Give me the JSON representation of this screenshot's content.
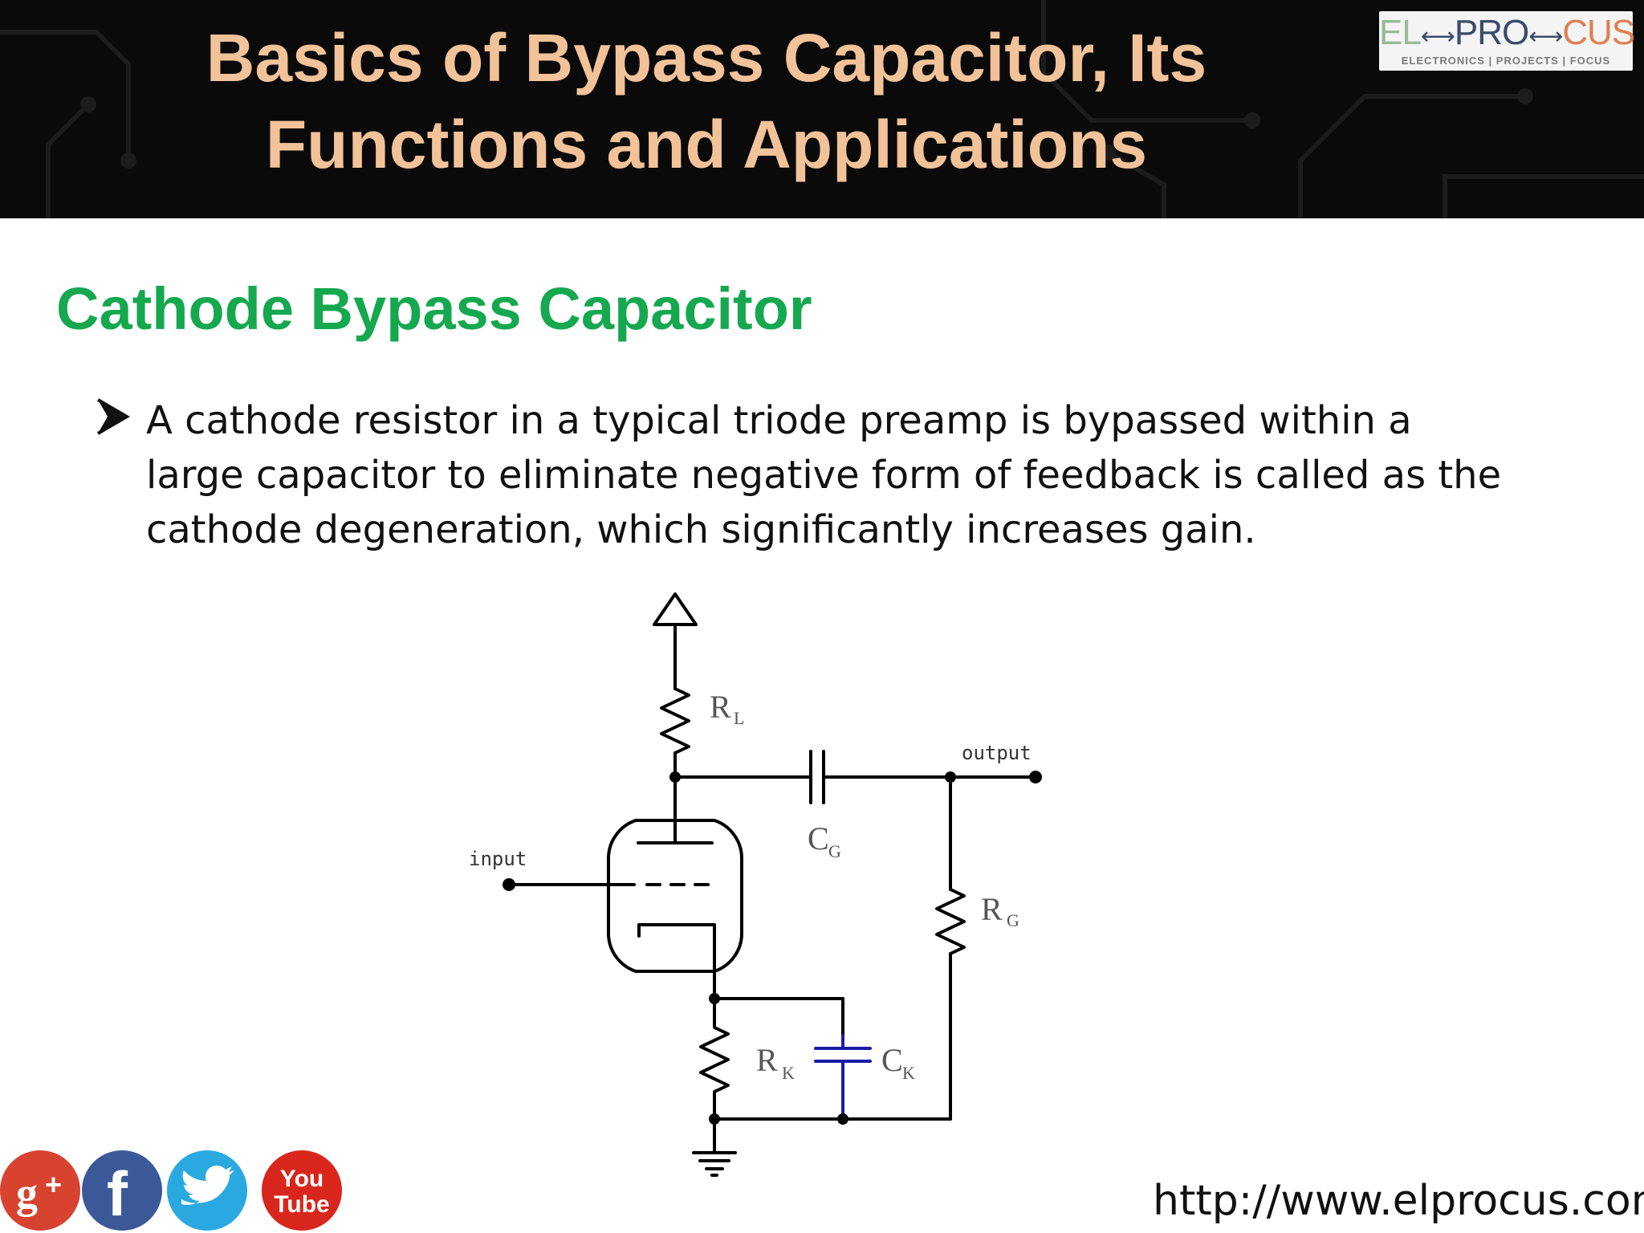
{
  "header": {
    "title_line1": "Basics of Bypass Capacitor, Its",
    "title_line2": "Functions and Applications",
    "logo": {
      "left": "EL",
      "middle": "PRO",
      "right": "CUS",
      "tagline": "ELECTRONICS | PROJECTS | FOCUS"
    }
  },
  "section": {
    "title": "Cathode Bypass Capacitor",
    "bullet": "A cathode resistor in a typical triode preamp is bypassed within a large capacitor to eliminate negative form of feedback is called as the cathode degeneration, which significantly increases gain."
  },
  "diagram": {
    "labels": {
      "rl": "R",
      "rl_sub": "L",
      "cg": "C",
      "cg_sub": "G",
      "rg": "R",
      "rg_sub": "G",
      "rk": "R",
      "rk_sub": "K",
      "ck": "C",
      "ck_sub": "K",
      "input": "input",
      "output": "output"
    },
    "colors": {
      "wire": "#000000",
      "bypass_capacitor": "#1a1aa8"
    }
  },
  "footer": {
    "social_icons": [
      "google-plus-icon",
      "facebook-icon",
      "twitter-icon",
      "youtube-icon"
    ],
    "youtube_top": "You",
    "youtube_bottom": "Tube",
    "url": "http://www.elprocus.com/"
  }
}
